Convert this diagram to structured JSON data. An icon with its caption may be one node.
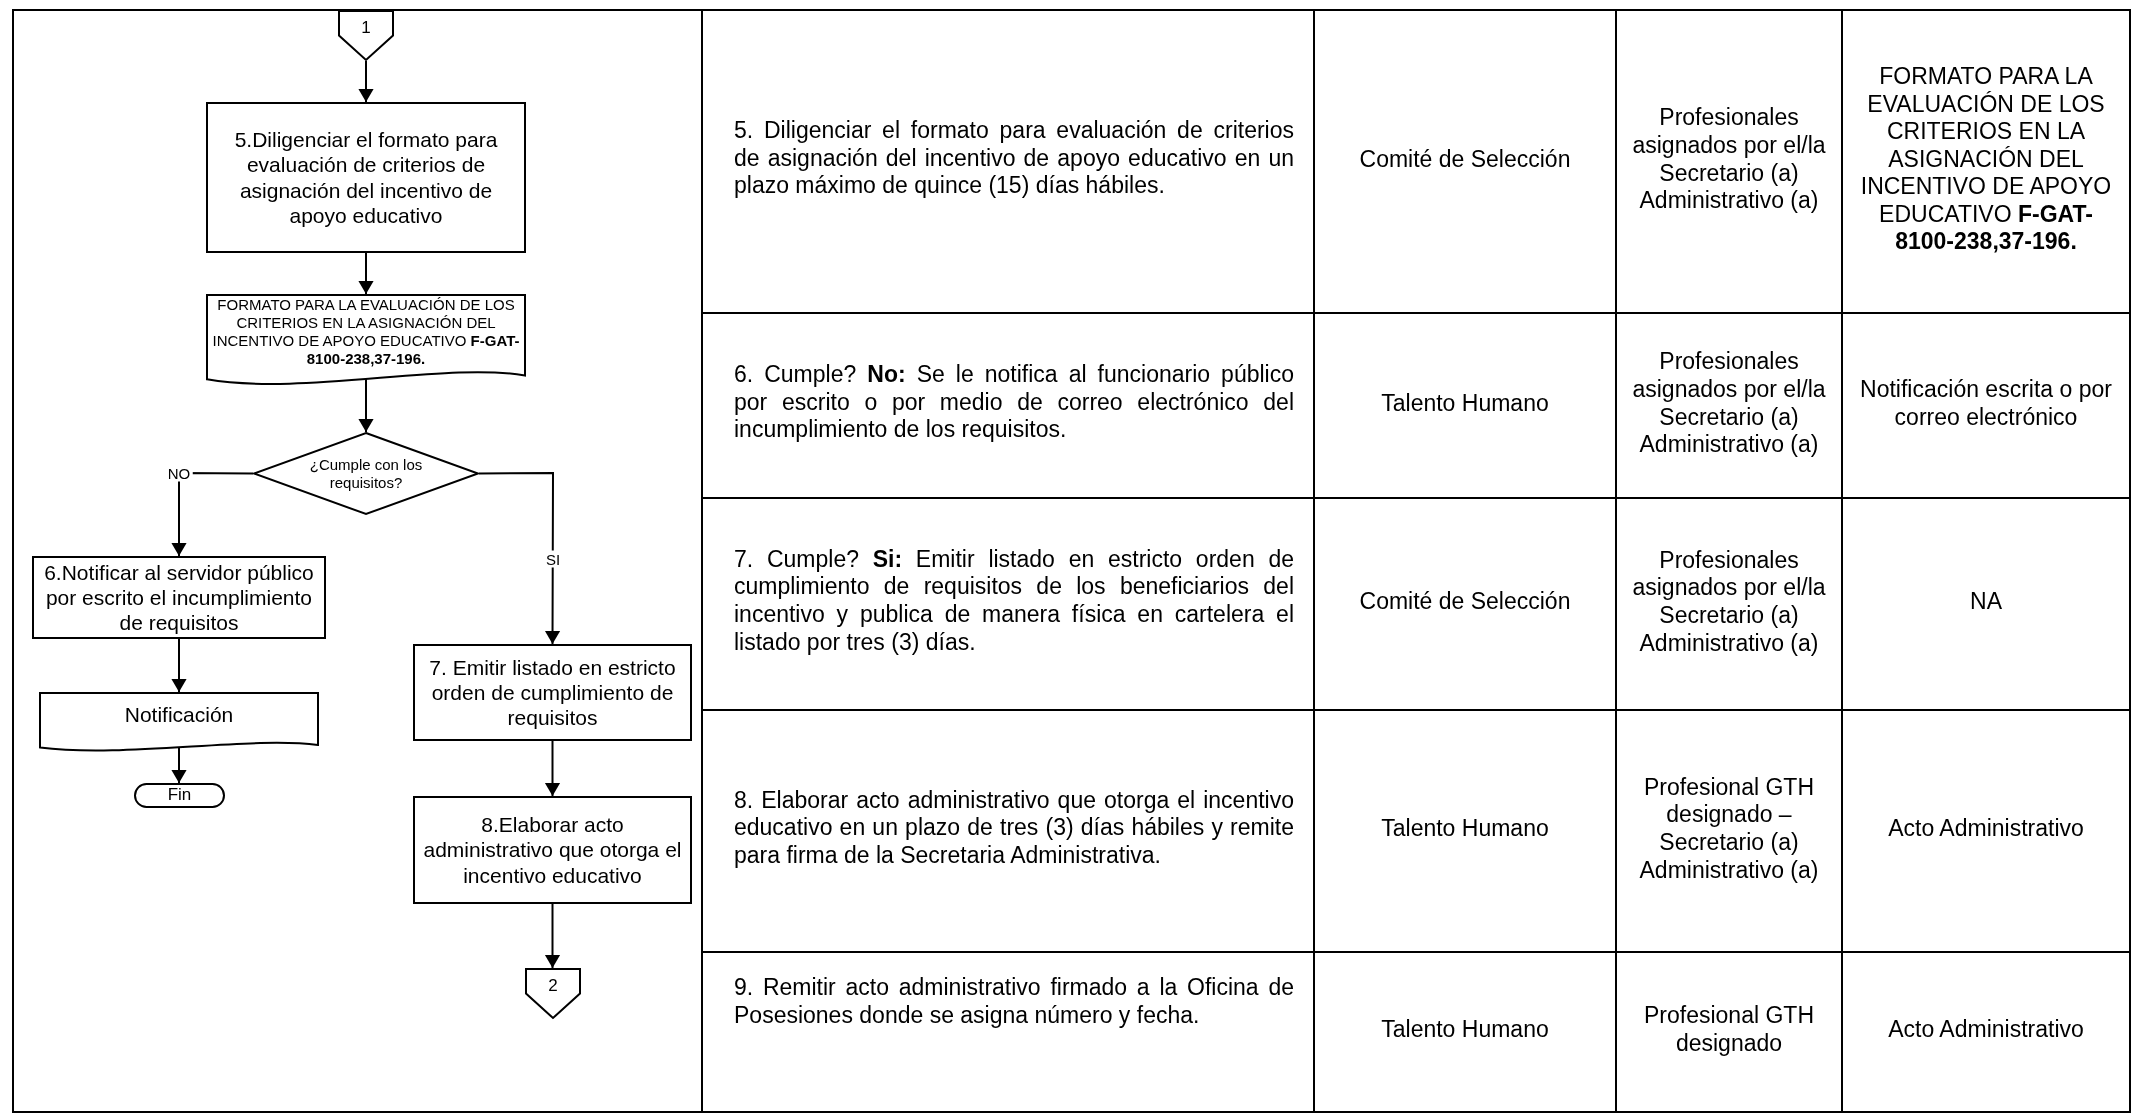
{
  "diagram": {
    "nodes": [
      {
        "text": [
          "1"
        ]
      },
      {
        "text": [
          "5.Diligenciar el formato para evaluación de criterios de asignación del incentivo de apoyo educativo"
        ]
      },
      {
        "text": [
          "FORMATO PARA LA EVALUACIÓN DE LOS CRITERIOS EN LA ASIGNACIÓN DEL INCENTIVO DE  APOYO EDUCATIVO **F-GAT-8100-238,37-196.**"
        ]
      },
      {
        "text": [
          "¿Cumple con los requisitos?"
        ]
      },
      {
        "text": [
          "6.Notificar al servidor público por escrito el incumplimiento de requisitos"
        ]
      },
      {
        "text": [
          "Notificación"
        ]
      },
      {
        "text": [
          "Fin"
        ]
      },
      {
        "text": [
          "7. Emitir listado en estricto orden de cumplimiento de requisitos"
        ]
      },
      {
        "text": [
          "8.Elaborar acto administrativo que otorga el incentivo educativo"
        ]
      },
      {
        "text": [
          "2"
        ]
      }
    ],
    "edges": [
      {
        "from": 0,
        "to": 1,
        "arrow": "to"
      },
      {
        "from": 1,
        "to": 2,
        "arrow": "to"
      },
      {
        "from": 2,
        "to": 3,
        "arrow": "to"
      },
      {
        "from": 3,
        "to": 4,
        "arrow": "to",
        "label": "NO"
      },
      {
        "from": 3,
        "to": 7,
        "arrow": "to",
        "label": "SI"
      },
      {
        "from": 4,
        "to": 5,
        "arrow": "to"
      },
      {
        "from": 5,
        "to": 6,
        "arrow": "to"
      },
      {
        "from": 7,
        "to": 8,
        "arrow": "to"
      },
      {
        "from": 8,
        "to": 9,
        "arrow": "to"
      }
    ],
    "labels": [
      "5. Diligenciar el formato para evaluación de criterios de asignación del incentivo de apoyo educativo en un plazo máximo de quince (15) días hábiles.",
      "Comité de Selección",
      "Profesionales asignados por el/la Secretario (a) Administrativo (a)",
      "FORMATO PARA LA EVALUACIÓN DE LOS CRITERIOS EN LA ASIGNACIÓN DEL INCENTIVO DE APOYO EDUCATIVO **F-GAT-8100-238,37-196.**",
      "6. Cumple? **No:** Se le notifica al funcionario público por escrito o por medio de correo electrónico del incumplimiento de los requisitos.",
      "Talento Humano",
      "Profesionales asignados por el/la Secretario (a) Administrativo (a)",
      "Notificación escrita o por correo electrónico",
      "7.  Cumple? **Si:** Emitir listado en estricto orden de cumplimiento de requisitos de los beneficiarios del incentivo y publica de manera física en cartelera el listado por tres (3) días.",
      "Comité de Selección",
      "Profesionales asignados por el/la Secretario (a) Administrativo (a)",
      "NA",
      "8. Elaborar acto administrativo que otorga el incentivo educativo en un plazo de tres (3) días hábiles y remite para firma de la Secretaria Administrativa.",
      "Talento Humano",
      "Profesional GTH designado – Secretario (a) Administrativo (a)",
      "Acto Administrativo",
      "9. Remitir acto administrativo firmado a la Oficina de Posesiones donde se asigna número y fecha.",
      "Talento Humano",
      "Profesional GTH designado",
      "Acto Administrativo"
    ]
  }
}
